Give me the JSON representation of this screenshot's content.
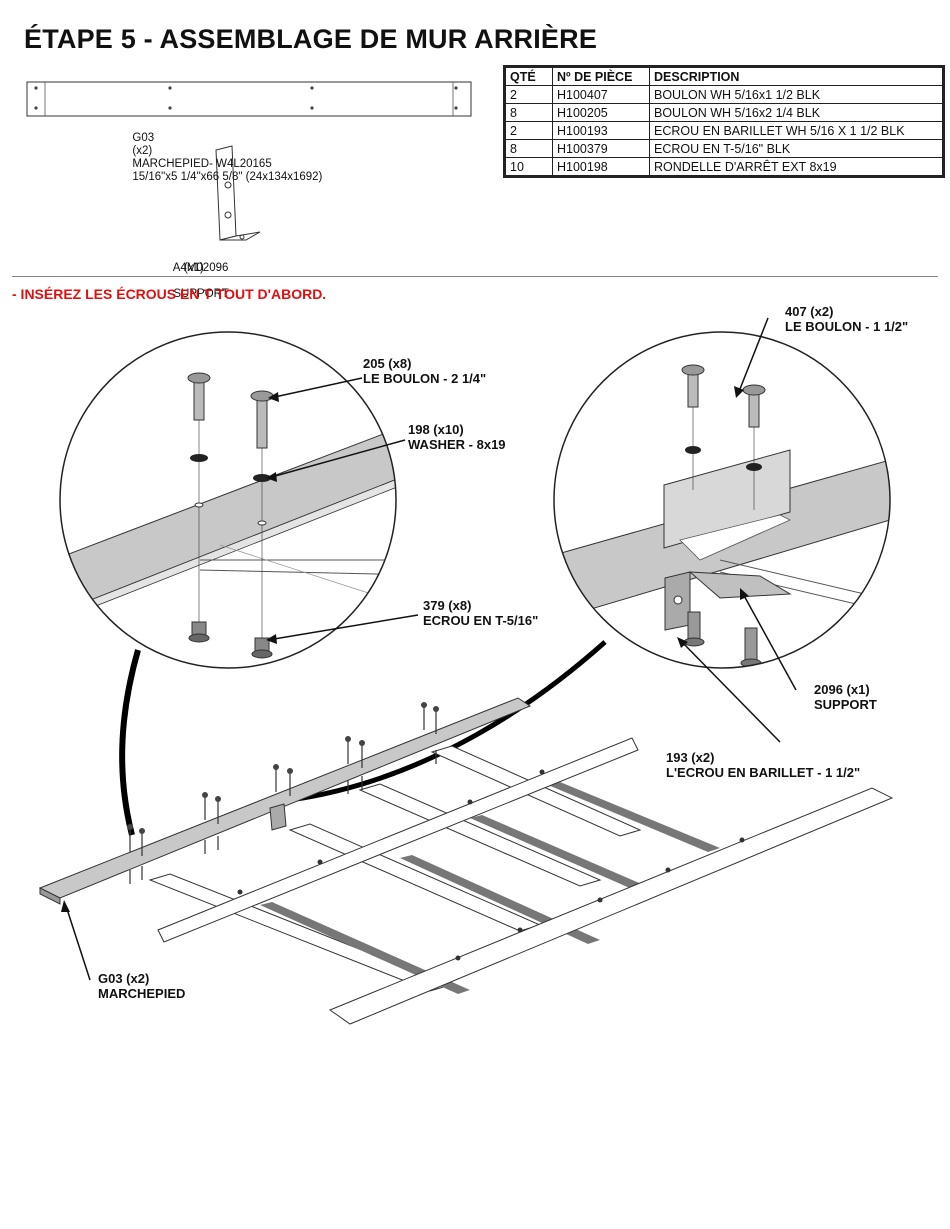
{
  "title": "ÉTAPE 5 - ASSEMBLAGE DE MUR ARRIÈRE",
  "parts_legend": {
    "step_part": {
      "code": "G03",
      "qty": "(x2)",
      "name": "MARCHEPIED- W4L20165",
      "dims": "15/16\"x5 1/4\"x66 5/8\" (24x134x1692)"
    },
    "support_part": {
      "code": "A4M02096",
      "qty": "(x1)",
      "name": "SUPPORT"
    }
  },
  "hardware_table": {
    "headers": [
      "QTÉ",
      "Nº DE PIÈCE",
      "DESCRIPTION"
    ],
    "rows": [
      [
        "2",
        "H100407",
        "BOULON WH 5/16x1 1/2 BLK"
      ],
      [
        "8",
        "H100205",
        "BOULON WH 5/16x2 1/4 BLK"
      ],
      [
        "2",
        "H100193",
        "ECROU EN BARILLET WH 5/16 X 1 1/2 BLK"
      ],
      [
        "8",
        "H100379",
        "ECROU EN T-5/16\" BLK"
      ],
      [
        "10",
        "H100198",
        "RONDELLE D'ARRÊT EXT 8x19"
      ]
    ]
  },
  "notice": "- INSÉREZ LES ÉCROUS EN T TOUT D'ABORD.",
  "callouts": {
    "bolt_205": {
      "line1": "205 (x8)",
      "line2": "LE BOULON - 2 1/4\""
    },
    "washer_198": {
      "line1": "198 (x10)",
      "line2": "WASHER - 8x19"
    },
    "tnut_379": {
      "line1": "379 (x8)",
      "line2": "ECROU EN T-5/16\""
    },
    "bolt_407": {
      "line1": "407 (x2)",
      "line2": "LE BOULON - 1 1/2\""
    },
    "support_2096": {
      "line1": "2096 (x1)",
      "line2": "SUPPORT"
    },
    "barrel_193": {
      "line1": "193 (x2)",
      "line2": "L'ECROU EN BARILLET - 1 1/2\""
    },
    "step_g03": {
      "line1": "G03 (x2)",
      "line2": "MARCHEPIED"
    }
  },
  "colors": {
    "accent_red": "#e01010",
    "part_fill": "#c8c8c8",
    "line": "#222222"
  }
}
